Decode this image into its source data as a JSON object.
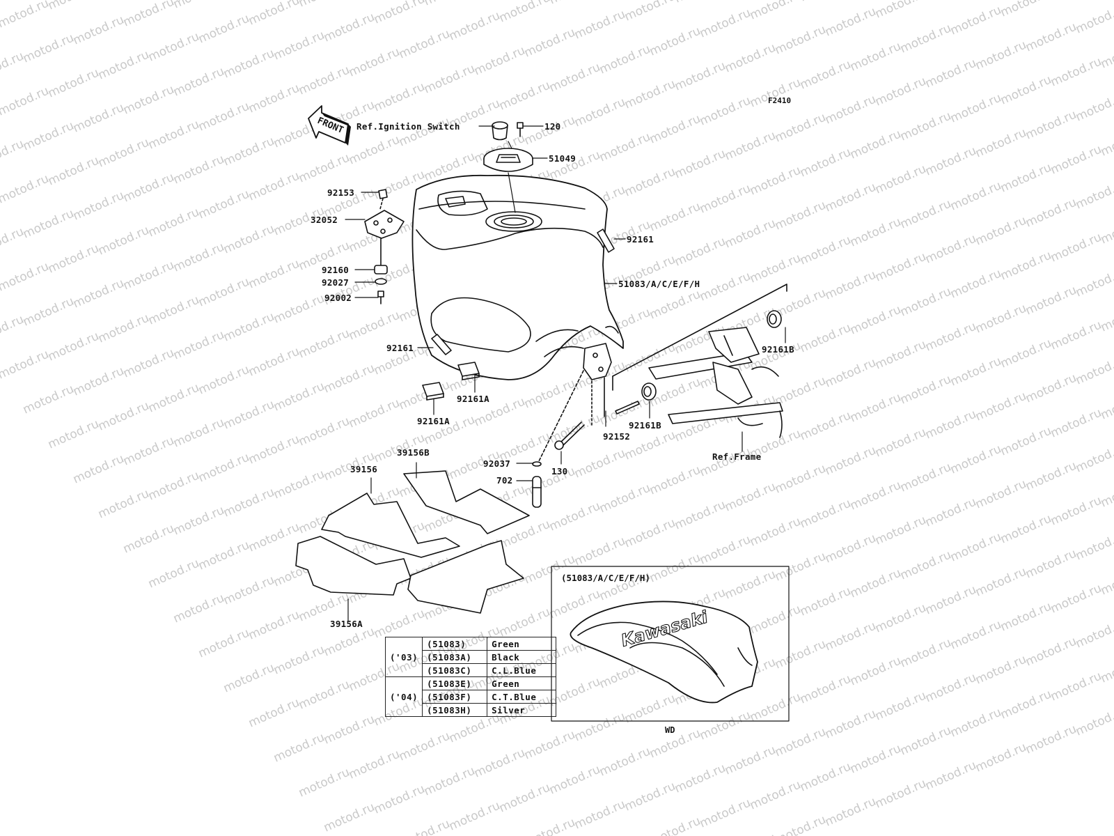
{
  "diagram": {
    "code": "F2410",
    "watermark": "motod.ru",
    "front_arrow": "FRONT",
    "labels": {
      "ref_ignition": "Ref.Ignition Switch",
      "p120": "120",
      "p51049": "51049",
      "p92153": "92153",
      "p32052": "32052",
      "p92161_top": "92161",
      "p92160": "92160",
      "p92027": "92027",
      "p92002": "92002",
      "p51083": "51083/A/C/E/F/H",
      "p92161_left": "92161",
      "p92161B_top": "92161B",
      "p92161A_1": "92161A",
      "p92161A_2": "92161A",
      "p92161B_low": "92161B",
      "p92152": "92152",
      "ref_frame": "Ref.Frame",
      "p39156B": "39156B",
      "p39156": "39156",
      "p92037": "92037",
      "p130": "130",
      "p702": "702",
      "p39156A": "39156A"
    },
    "inset": {
      "title": "(51083/A/C/E/F/H)",
      "caption": "WD",
      "tank_logo": "Kawasaki"
    },
    "color_table": [
      {
        "year": "('03)",
        "part": "(51083)",
        "color": "Green"
      },
      {
        "year": "",
        "part": "(51083A)",
        "color": "Black"
      },
      {
        "year": "",
        "part": "(51083C)",
        "color": "C.L.Blue"
      },
      {
        "year": "('04)",
        "part": "(51083E)",
        "color": "Green"
      },
      {
        "year": "",
        "part": "(51083F)",
        "color": "C.T.Blue"
      },
      {
        "year": "",
        "part": "(51083H)",
        "color": "Silver"
      }
    ]
  }
}
